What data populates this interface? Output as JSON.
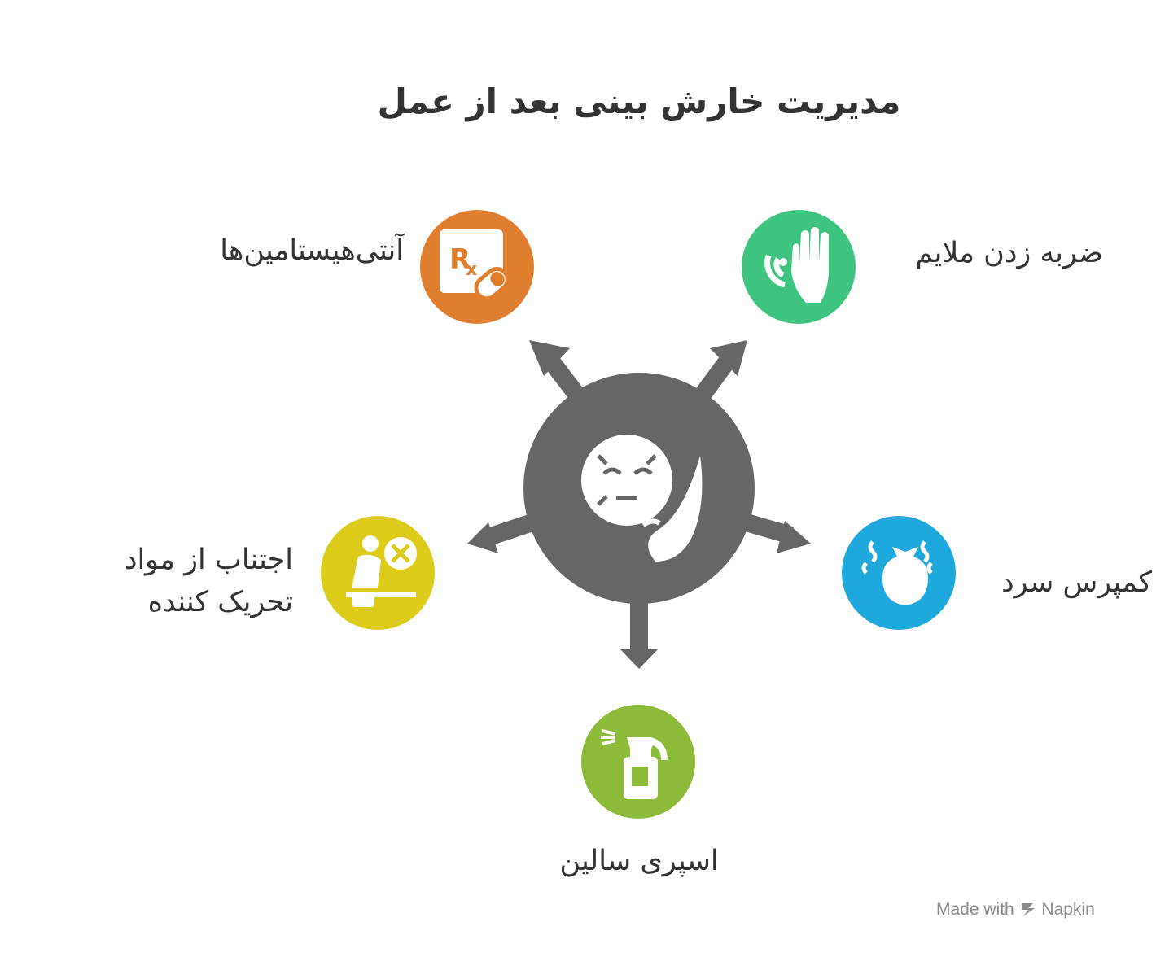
{
  "title": "مدیریت خارش بینی بعد از عمل",
  "nodes": {
    "antihistamines": {
      "label": "آنتی‌هیستامین‌ها",
      "color": "#E07E30",
      "icon": "prescription-pill-icon"
    },
    "gentle_tapping": {
      "label": "ضربه زدن ملایم",
      "color": "#3EC381",
      "icon": "hand-tap-icon"
    },
    "avoid_irritants": {
      "label_line1": "اجتناب از مواد",
      "label_line2": "تحریک کننده",
      "color": "#DCCB18",
      "icon": "avoid-irritant-icon"
    },
    "cold_compress": {
      "label": "کمپرس سرد",
      "color": "#1EA8DC",
      "icon": "cold-pack-icon"
    },
    "saline_spray": {
      "label": "اسپری سالین",
      "color": "#8CBB3A",
      "icon": "spray-bottle-icon"
    }
  },
  "center": {
    "color": "#666666",
    "icon": "itchy-nose-icon"
  },
  "footer": {
    "made_with": "Made with",
    "brand": "Napkin"
  }
}
